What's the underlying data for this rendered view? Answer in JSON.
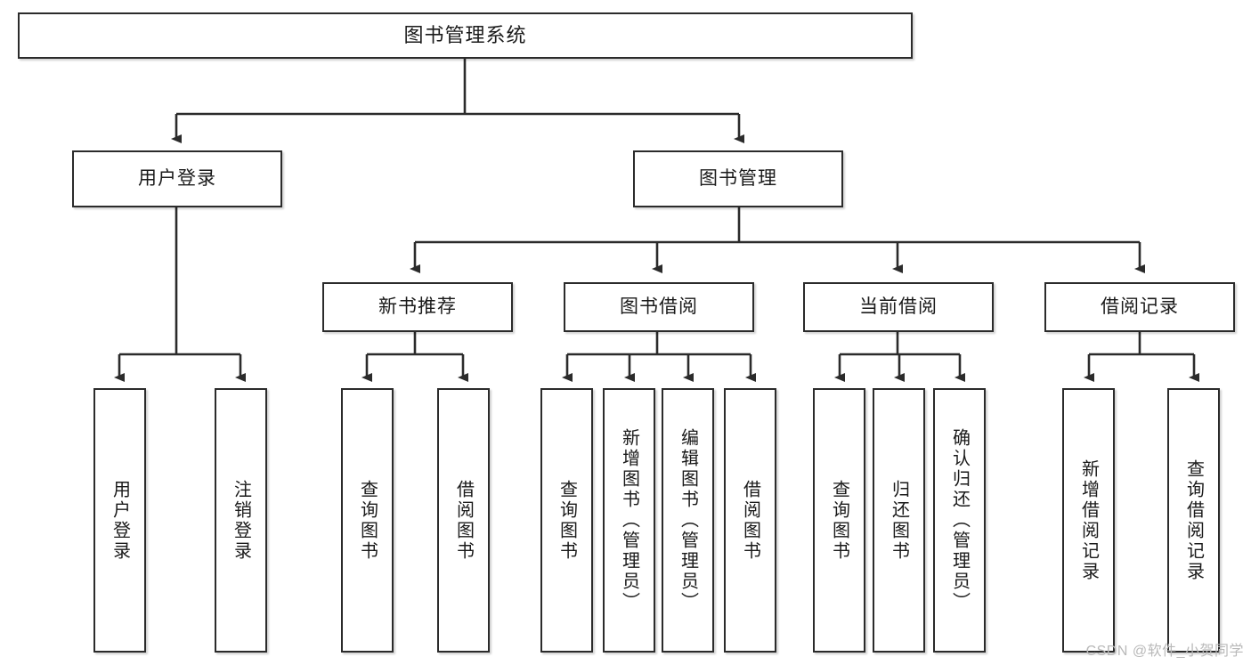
{
  "diagram": {
    "type": "tree-hierarchy",
    "title": "图书管理系统",
    "root": {
      "id": "root",
      "label": "图书管理系统",
      "orientation": "horizontal"
    },
    "level2": [
      {
        "id": "user-login",
        "label": "用户登录",
        "orientation": "horizontal"
      },
      {
        "id": "book-manage",
        "label": "图书管理",
        "orientation": "horizontal"
      }
    ],
    "level3": [
      {
        "id": "new-book-recommend",
        "label": "新书推荐",
        "orientation": "horizontal",
        "parent": "book-manage"
      },
      {
        "id": "book-borrow",
        "label": "图书借阅",
        "orientation": "horizontal",
        "parent": "book-manage"
      },
      {
        "id": "current-borrow",
        "label": "当前借阅",
        "orientation": "horizontal",
        "parent": "book-manage"
      },
      {
        "id": "borrow-record",
        "label": "借阅记录",
        "orientation": "horizontal",
        "parent": "book-manage"
      }
    ],
    "leaves": [
      {
        "id": "leaf-user-login",
        "label": "用户登录",
        "parent": "user-login",
        "orientation": "vertical"
      },
      {
        "id": "leaf-user-logout",
        "label": "注销登录",
        "parent": "user-login",
        "orientation": "vertical"
      },
      {
        "id": "leaf-query-book-1",
        "label": "查询图书",
        "parent": "new-book-recommend",
        "orientation": "vertical"
      },
      {
        "id": "leaf-borrow-book-1",
        "label": "借阅图书",
        "parent": "new-book-recommend",
        "orientation": "vertical"
      },
      {
        "id": "leaf-query-book-2",
        "label": "查询图书",
        "parent": "book-borrow",
        "orientation": "vertical"
      },
      {
        "id": "leaf-add-book",
        "label": "新增图书（管理员）",
        "parent": "book-borrow",
        "orientation": "vertical"
      },
      {
        "id": "leaf-edit-book",
        "label": "编辑图书（管理员）",
        "parent": "book-borrow",
        "orientation": "vertical"
      },
      {
        "id": "leaf-borrow-book-2",
        "label": "借阅图书",
        "parent": "book-borrow",
        "orientation": "vertical"
      },
      {
        "id": "leaf-query-book-3",
        "label": "查询图书",
        "parent": "current-borrow",
        "orientation": "vertical"
      },
      {
        "id": "leaf-return-book",
        "label": "归还图书",
        "parent": "current-borrow",
        "orientation": "vertical"
      },
      {
        "id": "leaf-confirm-return",
        "label": "确认归还（管理员）",
        "parent": "current-borrow",
        "orientation": "vertical"
      },
      {
        "id": "leaf-add-record",
        "label": "新增借阅记录",
        "parent": "borrow-record",
        "orientation": "vertical"
      },
      {
        "id": "leaf-query-record",
        "label": "查询借阅记录",
        "parent": "borrow-record",
        "orientation": "vertical"
      }
    ],
    "colors": {
      "stroke": "#2b2b2b",
      "fill": "#ffffff",
      "text": "#1a1a1a",
      "watermark": "#b9b9b9"
    }
  },
  "watermark": {
    "text": "CSDN @软件_小贺同学"
  }
}
